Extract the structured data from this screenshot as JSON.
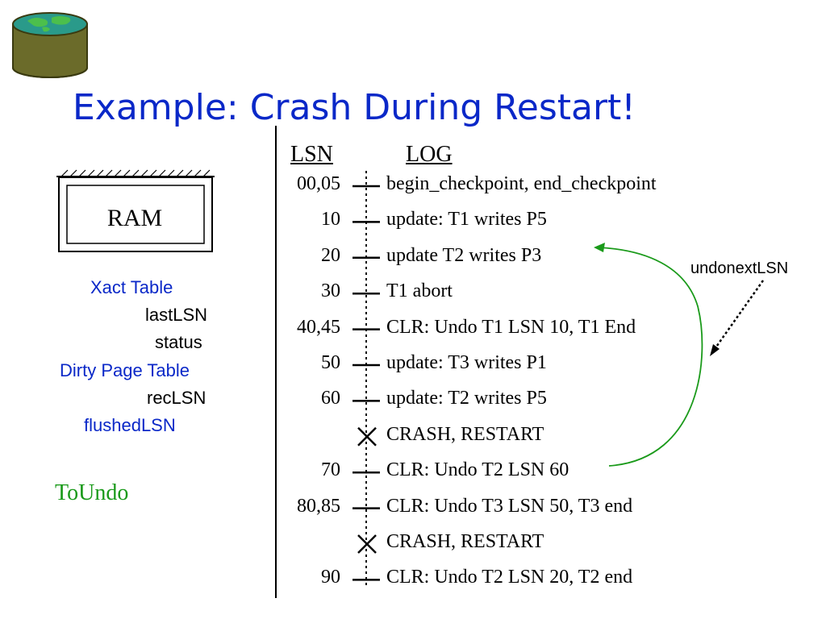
{
  "title": "Example: Crash During Restart!",
  "ram_label": "RAM",
  "left_panel": {
    "xact_table": "Xact Table",
    "last_lsn": "lastLSN",
    "status": "status",
    "dirty_page_table": "Dirty Page Table",
    "rec_lsn": "recLSN",
    "flushed_lsn": "flushedLSN",
    "to_undo": "ToUndo"
  },
  "log_headers": {
    "lsn": "LSN",
    "log": "LOG"
  },
  "log_entries": [
    {
      "lsn": "00,05",
      "text": "begin_checkpoint, end_checkpoint",
      "marker": "tick"
    },
    {
      "lsn": "10",
      "text": "update: T1 writes P5",
      "marker": "tick"
    },
    {
      "lsn": "20",
      "text": "update T2 writes P3",
      "marker": "tick"
    },
    {
      "lsn": "30",
      "text": "T1 abort",
      "marker": "tick"
    },
    {
      "lsn": "40,45",
      "text": "CLR: Undo T1 LSN 10, T1 End",
      "marker": "tick"
    },
    {
      "lsn": "50",
      "text": "update: T3 writes P1",
      "marker": "tick"
    },
    {
      "lsn": "60",
      "text": "update: T2 writes P5",
      "marker": "tick"
    },
    {
      "lsn": "",
      "text": "CRASH, RESTART",
      "marker": "cross"
    },
    {
      "lsn": "70",
      "text": "CLR: Undo T2 LSN 60",
      "marker": "tick"
    },
    {
      "lsn": "80,85",
      "text": "CLR: Undo T3 LSN 50, T3 end",
      "marker": "tick"
    },
    {
      "lsn": "",
      "text": "CRASH, RESTART",
      "marker": "cross"
    },
    {
      "lsn": "90",
      "text": "CLR: Undo T2 LSN 20, T2 end",
      "marker": "tick"
    }
  ],
  "annotation": {
    "undonext": "undonextLSN"
  },
  "colors": {
    "title": "#0a28c8",
    "xact": "#0a28c8",
    "to_undo": "#1a9a1a",
    "arrow": "#1a9a1a",
    "db_body": "#6b6b2a",
    "db_top": "#2a9a8a"
  },
  "icons": {
    "database": "database-disk-icon"
  }
}
